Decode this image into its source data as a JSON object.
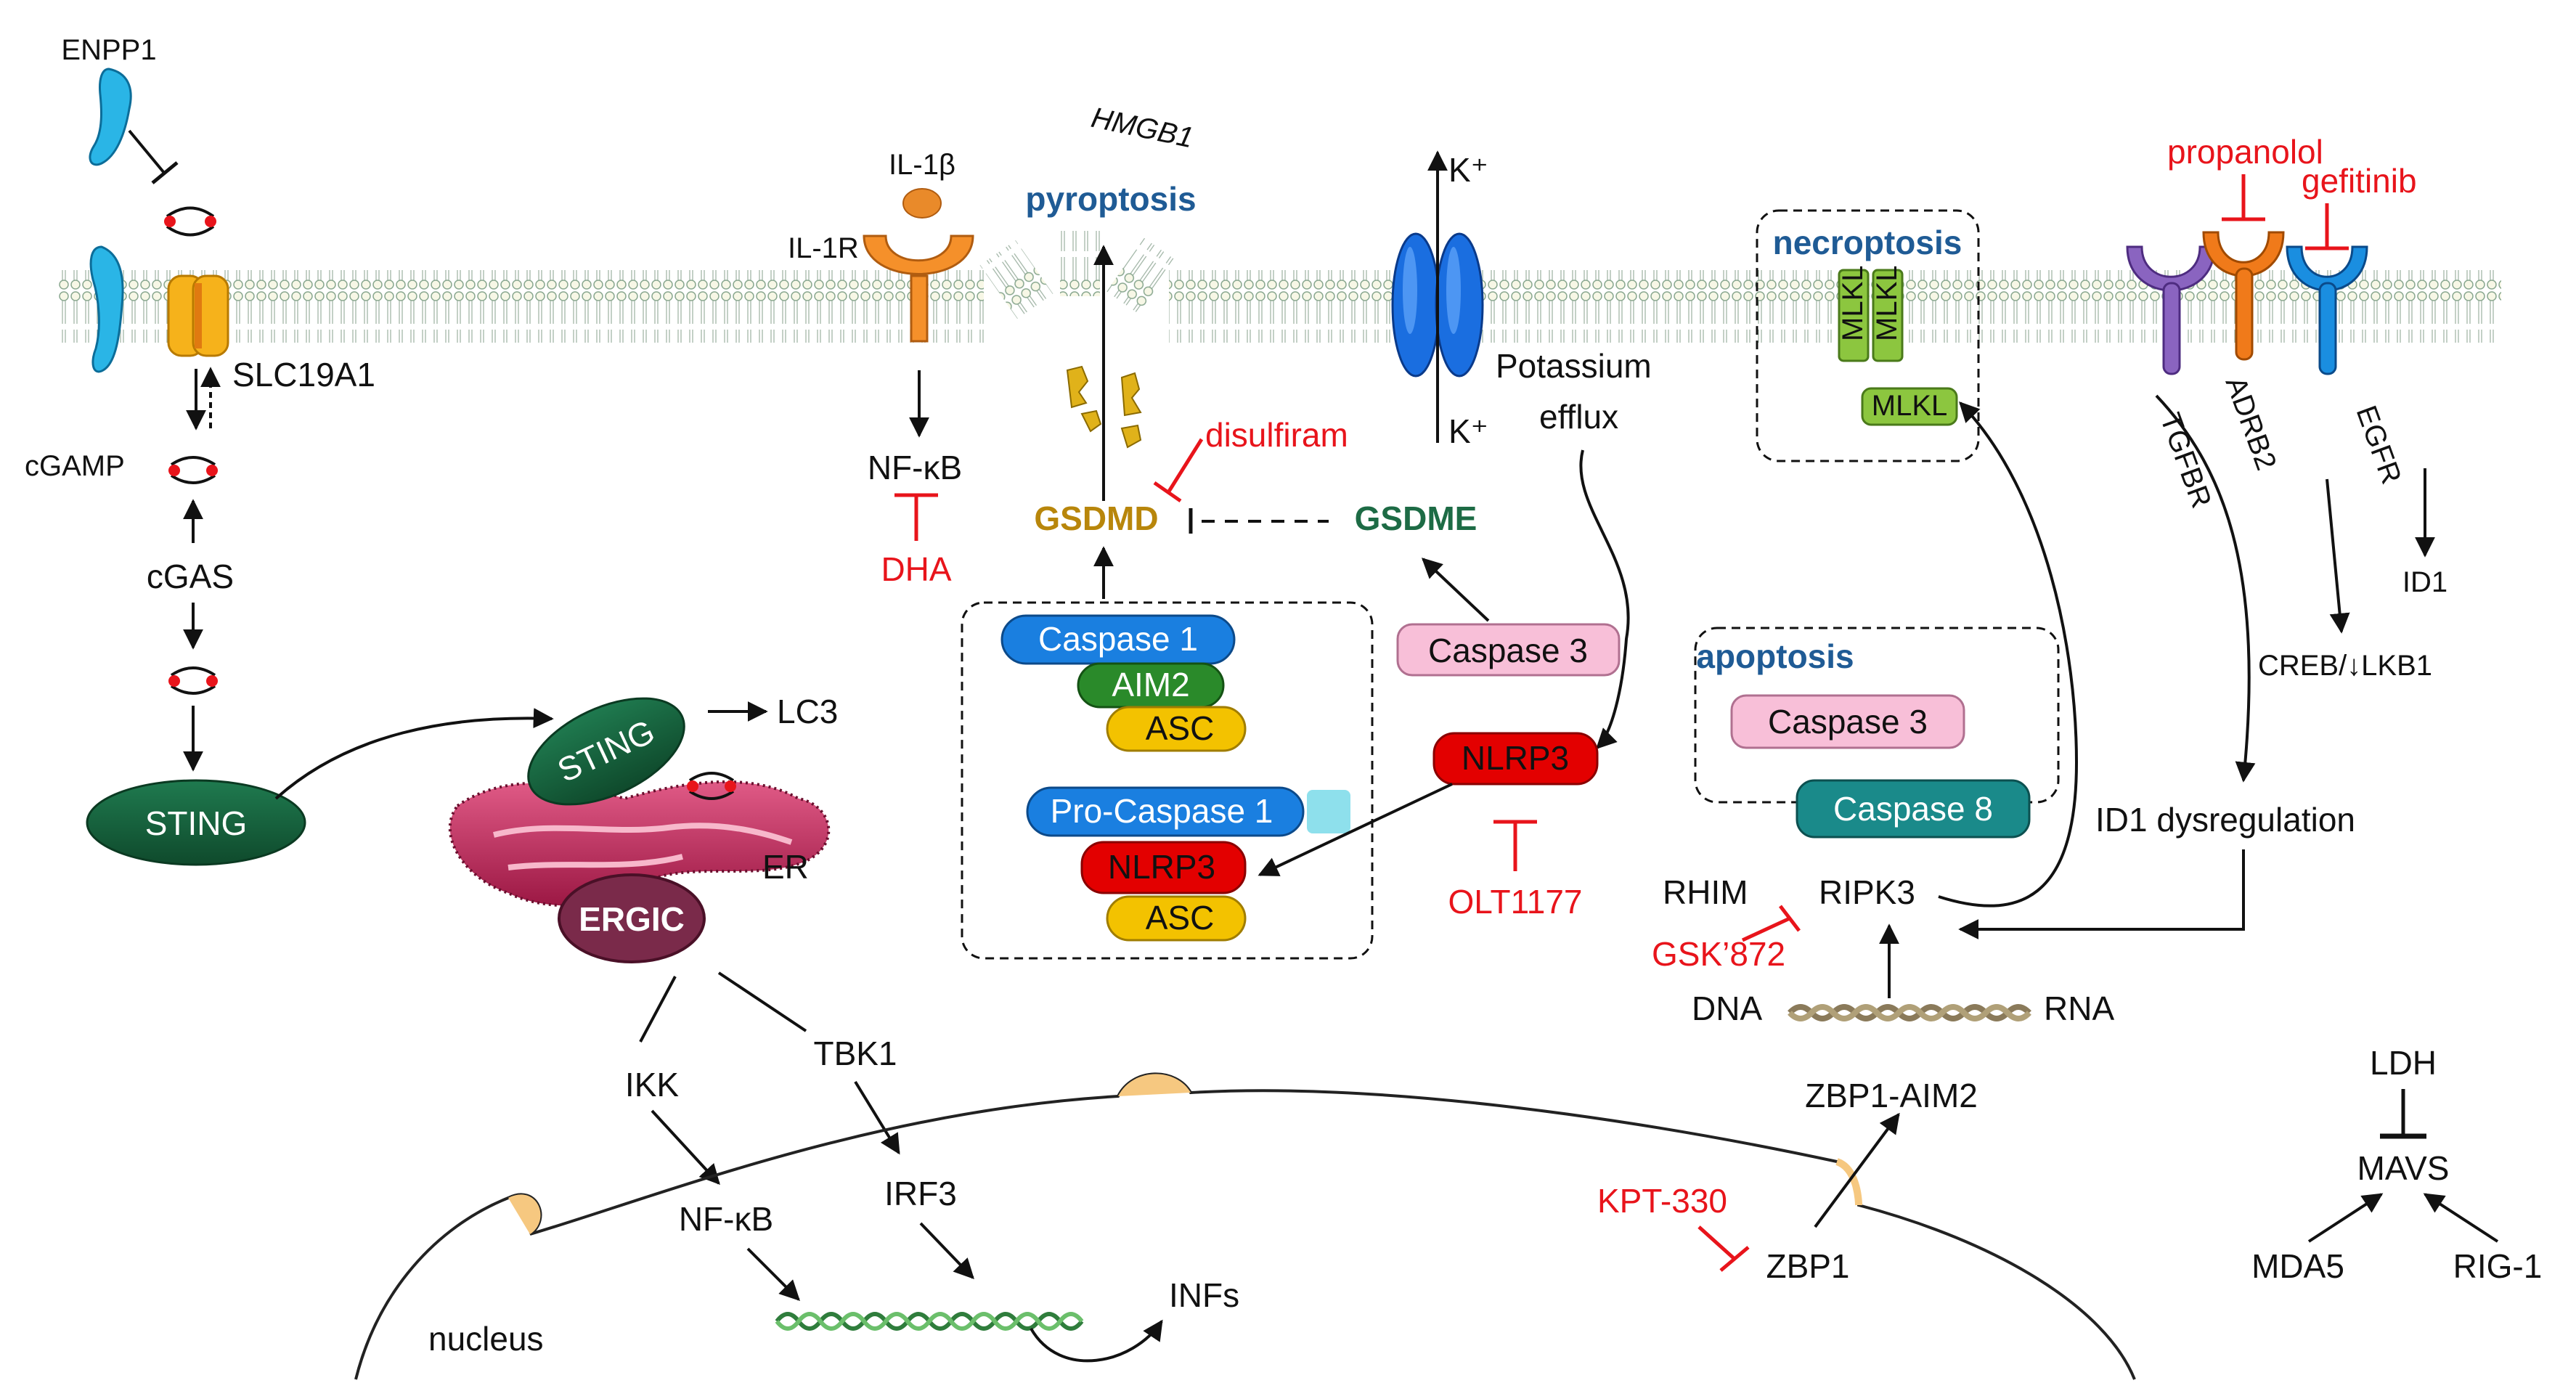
{
  "membrane": {
    "enpp1": "ENPP1",
    "slc19a1": "SLC19A1",
    "il1b": "IL-1β",
    "il1r": "IL-1R",
    "hmgb1": "HMGB1",
    "k_out": "K⁺",
    "k_in": "K⁺",
    "potassium": "Potassium",
    "efflux": "efflux",
    "tgfbr": "TGFBR",
    "adrb2": "ADRB2",
    "egfr": "EGFR",
    "mlkl": "MLKL"
  },
  "left_pathway": {
    "cgamp": "cGAMP",
    "cgas": "cGAS",
    "sting": "STING",
    "lc3": "LC3",
    "er": "ER",
    "ergic": "ERGIC",
    "ikk": "IKK",
    "tbk1": "TBK1",
    "nfkb": "NF-κB",
    "irf3": "IRF3",
    "infs": "INFs",
    "nucleus": "nucleus"
  },
  "pyroptosis": {
    "title": "pyroptosis",
    "nfkb": "NF-κB",
    "dha": "DHA",
    "disulfiram": "disulfiram",
    "gsdmd": "GSDMD",
    "gsdme": "GSDME",
    "caspase1": "Caspase 1",
    "aim2": "AIM2",
    "asc": "ASC",
    "pro_caspase1": "Pro-Caspase 1",
    "nlrp3": "NLRP3",
    "caspase3": "Caspase 3",
    "olt1177": "OLT1177"
  },
  "cell_death": {
    "necroptosis": "necroptosis",
    "apoptosis": "apoptosis",
    "caspase3": "Caspase 3",
    "caspase8": "Caspase 8",
    "rhim": "RHIM",
    "ripk3": "RIPK3",
    "gsk872": "GSK’872",
    "dna": "DNA",
    "rna": "RNA",
    "zbp1_aim2": "ZBP1-AIM2",
    "kpt330": "KPT-330",
    "zbp1": "ZBP1"
  },
  "right_pathway": {
    "propanolol": "propanolol",
    "gefitinib": "gefitinib",
    "id1": "ID1",
    "creb_lkb1": "CREB/↓LKB1",
    "id1_dysregulation": "ID1 dysregulation",
    "ldh": "LDH",
    "mavs": "MAVS",
    "mda5": "MDA5",
    "rig1": "RIG-1"
  },
  "colors": {
    "inhibitor": "#e8141b",
    "process_title": "#1f5b95",
    "gsdmd": "#b8860b",
    "gsdme": "#1d6b45",
    "sting": "#1e6b45",
    "caspase3": "#f8bfd8",
    "caspase8": "#1a8a8a",
    "nlrp3": "#e30000",
    "caspase1": "#1a7fe0",
    "asc": "#f3c200",
    "aim2": "#2a8a2a",
    "mlkl": "#8cc63f",
    "er": "#c2285e",
    "ergic": "#7a2a4a"
  }
}
